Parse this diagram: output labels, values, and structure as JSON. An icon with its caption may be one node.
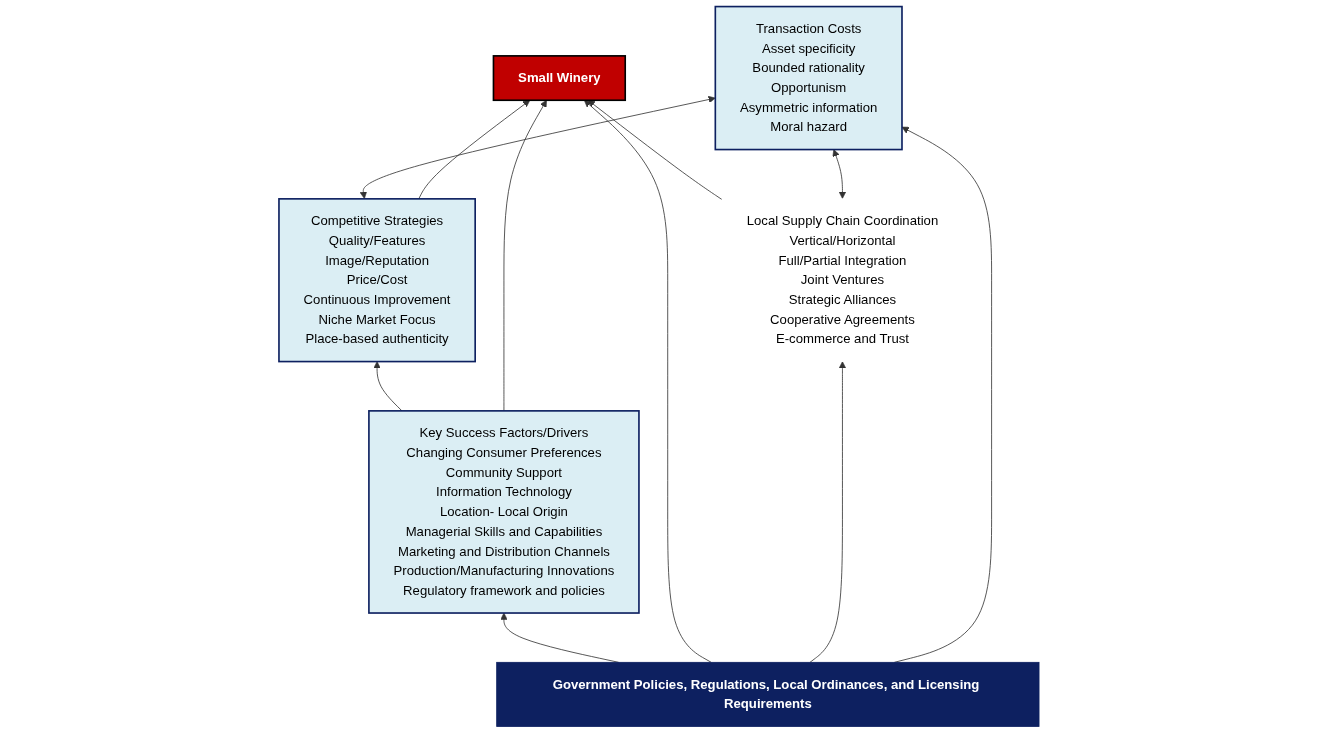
{
  "diagram": {
    "nodes": [
      {
        "text": [
          "Competitive Strategies",
          "Quality/Features",
          "Image/Reputation",
          "Price/Cost",
          "Continuous Improvement",
          "Niche Market Focus",
          "Place-based authenticity"
        ]
      },
      {
        "text": [
          "Key Success Factors/Drivers",
          "Changing Consumer Preferences",
          "Community Support",
          "Information Technology",
          "Location- Local Origin",
          "Managerial Skills and Capabilities",
          "Marketing and Distribution Channels",
          "Production/Manufacturing Innovations",
          "Regulatory framework and policies"
        ]
      },
      {
        "text": [
          "Small Winery"
        ]
      },
      {
        "text": [
          "Local Supply Chain Coordination",
          "Vertical/Horizontal",
          "Full/Partial Integration",
          "Joint Ventures",
          "Strategic Alliances",
          "Cooperative Agreements",
          "E-commerce and Trust"
        ]
      },
      {
        "text": [
          "Transaction Costs",
          "Asset specificity",
          "Bounded rationality",
          "Opportunism",
          "Asymmetric information",
          "Moral hazard"
        ]
      },
      {
        "text": [
          "Government Policies, Regulations, Local Ordinances, and Licensing Requirements"
        ]
      }
    ],
    "edges": [
      {
        "from": 1,
        "to": 0,
        "arrow": "to"
      },
      {
        "from": 0,
        "to": 4,
        "arrow": "both"
      },
      {
        "from": 0,
        "to": 2,
        "arrow": "to"
      },
      {
        "from": 1,
        "to": 2,
        "arrow": "to"
      },
      {
        "from": 3,
        "to": 2,
        "arrow": "to"
      },
      {
        "from": 3,
        "to": 4,
        "arrow": "both"
      },
      {
        "from": 5,
        "to": 1,
        "arrow": "to"
      },
      {
        "from": 5,
        "to": 2,
        "arrow": "to"
      },
      {
        "from": 5,
        "to": 3,
        "arrow": "to"
      },
      {
        "from": 5,
        "to": 4,
        "arrow": "to"
      }
    ]
  }
}
